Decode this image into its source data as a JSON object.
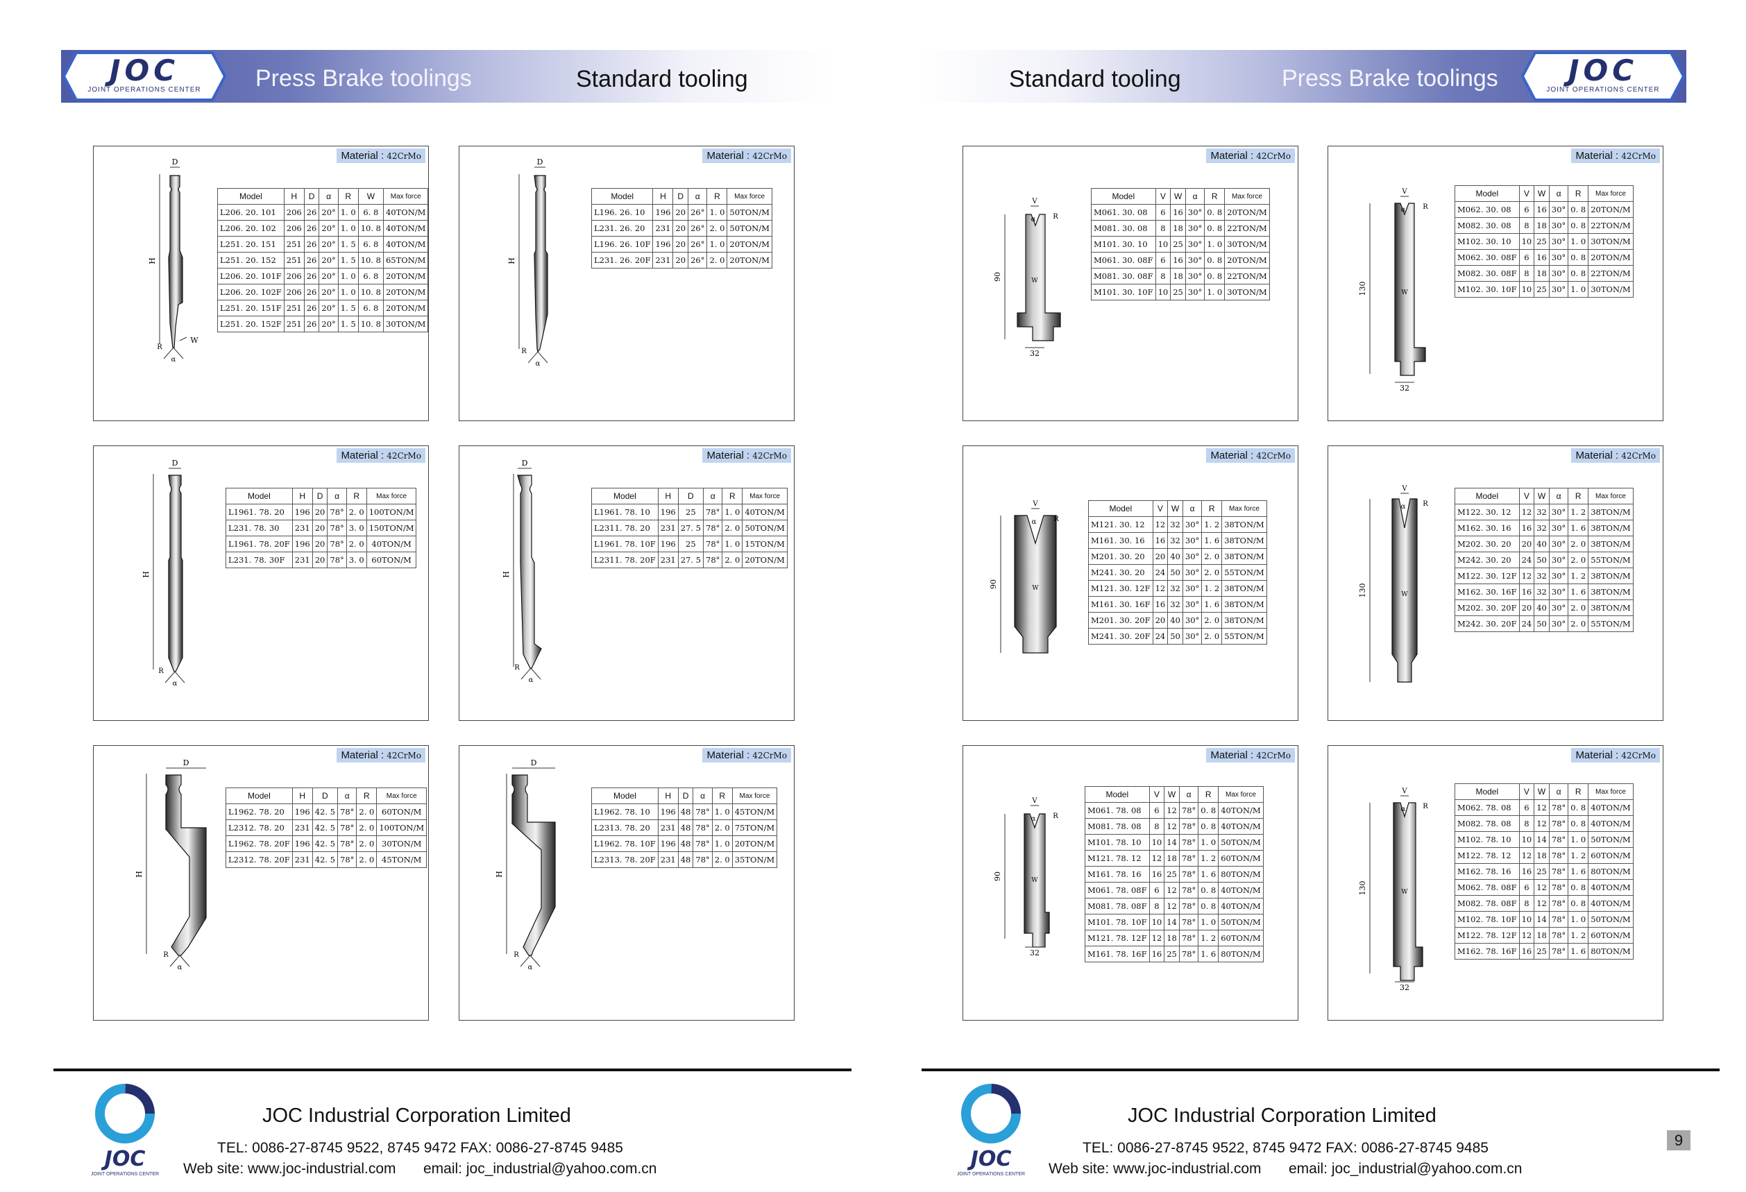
{
  "logo": {
    "text": "JOC",
    "subtitle": "JOINT OPERATIONS CENTER"
  },
  "header": {
    "left_subtitle": "Press Brake toolings",
    "left_title": "Standard tooling",
    "right_title": "Standard tooling",
    "right_subtitle": "Press Brake toolings"
  },
  "material": {
    "prefix": "Material : ",
    "value": "42CrMo"
  },
  "panels": [
    {
      "dims": {
        "d": "D",
        "h": "H",
        "r": "R",
        "a": "α",
        "w": "W"
      },
      "columns": [
        "Model",
        "H",
        "D",
        "α",
        "R",
        "W",
        "Max force"
      ],
      "rows": [
        [
          "L206. 20. 101",
          "206",
          "26",
          "20°",
          "1. 0",
          "6. 8",
          "40TON/M"
        ],
        [
          "L206. 20. 102",
          "206",
          "26",
          "20°",
          "1. 0",
          "10. 8",
          "40TON/M"
        ],
        [
          "L251. 20. 151",
          "251",
          "26",
          "20°",
          "1. 5",
          "6. 8",
          "40TON/M"
        ],
        [
          "L251. 20. 152",
          "251",
          "26",
          "20°",
          "1. 5",
          "10. 8",
          "65TON/M"
        ],
        [
          "L206. 20. 101F",
          "206",
          "26",
          "20°",
          "1. 0",
          "6. 8",
          "20TON/M"
        ],
        [
          "L206. 20. 102F",
          "206",
          "26",
          "20°",
          "1. 0",
          "10. 8",
          "20TON/M"
        ],
        [
          "L251. 20. 151F",
          "251",
          "26",
          "20°",
          "1. 5",
          "6. 8",
          "20TON/M"
        ],
        [
          "L251. 20. 152F",
          "251",
          "26",
          "20°",
          "1. 5",
          "10. 8",
          "30TON/M"
        ]
      ]
    },
    {
      "dims": {
        "d": "D",
        "h": "H",
        "r": "R",
        "a": "α"
      },
      "columns": [
        "Model",
        "H",
        "D",
        "α",
        "R",
        "Max force"
      ],
      "rows": [
        [
          "L196. 26. 10",
          "196",
          "20",
          "26°",
          "1. 0",
          "50TON/M"
        ],
        [
          "L231. 26. 20",
          "231",
          "20",
          "26°",
          "2. 0",
          "50TON/M"
        ],
        [
          "L196. 26. 10F",
          "196",
          "20",
          "26°",
          "1. 0",
          "20TON/M"
        ],
        [
          "L231. 26. 20F",
          "231",
          "20",
          "26°",
          "2. 0",
          "20TON/M"
        ]
      ]
    },
    {
      "dims": {
        "v": "V",
        "r": "R",
        "a": "α",
        "w": "W",
        "h": "90",
        "b": "32"
      },
      "columns": [
        "Model",
        "V",
        "W",
        "α",
        "R",
        "Max force"
      ],
      "rows": [
        [
          "M061. 30. 08",
          "6",
          "16",
          "30°",
          "0. 8",
          "20TON/M"
        ],
        [
          "M081. 30. 08",
          "8",
          "18",
          "30°",
          "0. 8",
          "22TON/M"
        ],
        [
          "M101. 30. 10",
          "10",
          "25",
          "30°",
          "1. 0",
          "30TON/M"
        ],
        [
          "M061. 30. 08F",
          "6",
          "16",
          "30°",
          "0. 8",
          "20TON/M"
        ],
        [
          "M081. 30. 08F",
          "8",
          "18",
          "30°",
          "0. 8",
          "22TON/M"
        ],
        [
          "M101. 30. 10F",
          "10",
          "25",
          "30°",
          "1. 0",
          "30TON/M"
        ]
      ]
    },
    {
      "dims": {
        "v": "V",
        "r": "R",
        "a": "α",
        "w": "W",
        "h": "130",
        "b": "32"
      },
      "columns": [
        "Model",
        "V",
        "W",
        "α",
        "R",
        "Max force"
      ],
      "rows": [
        [
          "M062. 30. 08",
          "6",
          "16",
          "30°",
          "0. 8",
          "20TON/M"
        ],
        [
          "M082. 30. 08",
          "8",
          "18",
          "30°",
          "0. 8",
          "22TON/M"
        ],
        [
          "M102. 30. 10",
          "10",
          "25",
          "30°",
          "1. 0",
          "30TON/M"
        ],
        [
          "M062. 30. 08F",
          "6",
          "16",
          "30°",
          "0. 8",
          "20TON/M"
        ],
        [
          "M082. 30. 08F",
          "8",
          "18",
          "30°",
          "0. 8",
          "22TON/M"
        ],
        [
          "M102. 30. 10F",
          "10",
          "25",
          "30°",
          "1. 0",
          "30TON/M"
        ]
      ]
    },
    {
      "dims": {
        "d": "D",
        "h": "H",
        "r": "R",
        "a": "α"
      },
      "columns": [
        "Model",
        "H",
        "D",
        "α",
        "R",
        "Max force"
      ],
      "rows": [
        [
          "L1961. 78. 20",
          "196",
          "20",
          "78°",
          "2. 0",
          "100TON/M"
        ],
        [
          "L231. 78. 30",
          "231",
          "20",
          "78°",
          "3. 0",
          "150TON/M"
        ],
        [
          "L1961. 78. 20F",
          "196",
          "20",
          "78°",
          "2. 0",
          "40TON/M"
        ],
        [
          "L231. 78. 30F",
          "231",
          "20",
          "78°",
          "3. 0",
          "60TON/M"
        ]
      ]
    },
    {
      "dims": {
        "d": "D",
        "h": "H",
        "r": "R",
        "a": "α"
      },
      "columns": [
        "Model",
        "H",
        "D",
        "α",
        "R",
        "Max force"
      ],
      "rows": [
        [
          "L1961. 78. 10",
          "196",
          "25",
          "78°",
          "1. 0",
          "40TON/M"
        ],
        [
          "L2311. 78. 20",
          "231",
          "27. 5",
          "78°",
          "2. 0",
          "50TON/M"
        ],
        [
          "L1961. 78. 10F",
          "196",
          "25",
          "78°",
          "1. 0",
          "15TON/M"
        ],
        [
          "L2311. 78. 20F",
          "231",
          "27. 5",
          "78°",
          "2. 0",
          "20TON/M"
        ]
      ]
    },
    {
      "dims": {
        "v": "V",
        "r": "R",
        "a": "α",
        "w": "W",
        "h": "90"
      },
      "columns": [
        "Model",
        "V",
        "W",
        "α",
        "R",
        "Max force"
      ],
      "rows": [
        [
          "M121. 30. 12",
          "12",
          "32",
          "30°",
          "1. 2",
          "38TON/M"
        ],
        [
          "M161. 30. 16",
          "16",
          "32",
          "30°",
          "1. 6",
          "38TON/M"
        ],
        [
          "M201. 30. 20",
          "20",
          "40",
          "30°",
          "2. 0",
          "38TON/M"
        ],
        [
          "M241. 30. 20",
          "24",
          "50",
          "30°",
          "2. 0",
          "55TON/M"
        ],
        [
          "M121. 30. 12F",
          "12",
          "32",
          "30°",
          "1. 2",
          "38TON/M"
        ],
        [
          "M161. 30. 16F",
          "16",
          "32",
          "30°",
          "1. 6",
          "38TON/M"
        ],
        [
          "M201. 30. 20F",
          "20",
          "40",
          "30°",
          "2. 0",
          "38TON/M"
        ],
        [
          "M241. 30. 20F",
          "24",
          "50",
          "30°",
          "2. 0",
          "55TON/M"
        ]
      ]
    },
    {
      "dims": {
        "v": "V",
        "r": "R",
        "a": "α",
        "w": "W",
        "h": "130"
      },
      "columns": [
        "Model",
        "V",
        "W",
        "α",
        "R",
        "Max force"
      ],
      "rows": [
        [
          "M122. 30. 12",
          "12",
          "32",
          "30°",
          "1. 2",
          "38TON/M"
        ],
        [
          "M162. 30. 16",
          "16",
          "32",
          "30°",
          "1. 6",
          "38TON/M"
        ],
        [
          "M202. 30. 20",
          "20",
          "40",
          "30°",
          "2. 0",
          "38TON/M"
        ],
        [
          "M242. 30. 20",
          "24",
          "50",
          "30°",
          "2. 0",
          "55TON/M"
        ],
        [
          "M122. 30. 12F",
          "12",
          "32",
          "30°",
          "1. 2",
          "38TON/M"
        ],
        [
          "M162. 30. 16F",
          "16",
          "32",
          "30°",
          "1. 6",
          "38TON/M"
        ],
        [
          "M202. 30. 20F",
          "20",
          "40",
          "30°",
          "2. 0",
          "38TON/M"
        ],
        [
          "M242. 30. 20F",
          "24",
          "50",
          "30°",
          "2. 0",
          "55TON/M"
        ]
      ]
    },
    {
      "dims": {
        "d": "D",
        "h": "H",
        "r": "R",
        "a": "α"
      },
      "columns": [
        "Model",
        "H",
        "D",
        "α",
        "R",
        "Max force"
      ],
      "rows": [
        [
          "L1962. 78. 20",
          "196",
          "42. 5",
          "78°",
          "2. 0",
          "60TON/M"
        ],
        [
          "L2312. 78. 20",
          "231",
          "42. 5",
          "78°",
          "2. 0",
          "100TON/M"
        ],
        [
          "L1962. 78. 20F",
          "196",
          "42. 5",
          "78°",
          "2. 0",
          "30TON/M"
        ],
        [
          "L2312. 78. 20F",
          "231",
          "42. 5",
          "78°",
          "2. 0",
          "45TON/M"
        ]
      ]
    },
    {
      "dims": {
        "d": "D",
        "h": "H",
        "r": "R",
        "a": "α"
      },
      "columns": [
        "Model",
        "H",
        "D",
        "α",
        "R",
        "Max force"
      ],
      "rows": [
        [
          "L1962. 78. 10",
          "196",
          "48",
          "78°",
          "1. 0",
          "45TON/M"
        ],
        [
          "L2313. 78. 20",
          "231",
          "48",
          "78°",
          "2. 0",
          "75TON/M"
        ],
        [
          "L1962. 78. 10F",
          "196",
          "48",
          "78°",
          "1. 0",
          "20TON/M"
        ],
        [
          "L2313. 78. 20F",
          "231",
          "48",
          "78°",
          "2. 0",
          "35TON/M"
        ]
      ]
    },
    {
      "dims": {
        "v": "V",
        "r": "R",
        "a": "α",
        "w": "W",
        "h": "90",
        "b": "32"
      },
      "columns": [
        "Model",
        "V",
        "W",
        "α",
        "R",
        "Max force"
      ],
      "rows": [
        [
          "M061. 78. 08",
          "6",
          "12",
          "78°",
          "0. 8",
          "40TON/M"
        ],
        [
          "M081. 78. 08",
          "8",
          "12",
          "78°",
          "0. 8",
          "40TON/M"
        ],
        [
          "M101. 78. 10",
          "10",
          "14",
          "78°",
          "1. 0",
          "50TON/M"
        ],
        [
          "M121. 78. 12",
          "12",
          "18",
          "78°",
          "1. 2",
          "60TON/M"
        ],
        [
          "M161. 78. 16",
          "16",
          "25",
          "78°",
          "1. 6",
          "80TON/M"
        ],
        [
          "M061. 78. 08F",
          "6",
          "12",
          "78°",
          "0. 8",
          "40TON/M"
        ],
        [
          "M081. 78. 08F",
          "8",
          "12",
          "78°",
          "0. 8",
          "40TON/M"
        ],
        [
          "M101. 78. 10F",
          "10",
          "14",
          "78°",
          "1. 0",
          "50TON/M"
        ],
        [
          "M121. 78. 12F",
          "12",
          "18",
          "78°",
          "1. 2",
          "60TON/M"
        ],
        [
          "M161. 78. 16F",
          "16",
          "25",
          "78°",
          "1. 6",
          "80TON/M"
        ]
      ]
    },
    {
      "dims": {
        "v": "V",
        "r": "R",
        "a": "α",
        "w": "W",
        "h": "130",
        "b": "32"
      },
      "columns": [
        "Model",
        "V",
        "W",
        "α",
        "R",
        "Max force"
      ],
      "rows": [
        [
          "M062. 78. 08",
          "6",
          "12",
          "78°",
          "0. 8",
          "40TON/M"
        ],
        [
          "M082. 78. 08",
          "8",
          "12",
          "78°",
          "0. 8",
          "40TON/M"
        ],
        [
          "M102. 78. 10",
          "10",
          "14",
          "78°",
          "1. 0",
          "50TON/M"
        ],
        [
          "M122. 78. 12",
          "12",
          "18",
          "78°",
          "1. 2",
          "60TON/M"
        ],
        [
          "M162. 78. 16",
          "16",
          "25",
          "78°",
          "1. 6",
          "80TON/M"
        ],
        [
          "M062. 78. 08F",
          "6",
          "12",
          "78°",
          "0. 8",
          "40TON/M"
        ],
        [
          "M082. 78. 08F",
          "8",
          "12",
          "78°",
          "0. 8",
          "40TON/M"
        ],
        [
          "M102. 78. 10F",
          "10",
          "14",
          "78°",
          "1. 0",
          "50TON/M"
        ],
        [
          "M122. 78. 12F",
          "12",
          "18",
          "78°",
          "1. 2",
          "60TON/M"
        ],
        [
          "M162. 78. 16F",
          "16",
          "25",
          "78°",
          "1. 6",
          "80TON/M"
        ]
      ]
    }
  ],
  "footer": {
    "company": "JOC Industrial Corporation Limited",
    "tel": "TEL: 0086-27-8745 9522, 8745 9472   FAX: 0086-27-8745 9485",
    "web": "Web site: www.joc-industrial.com",
    "email": "email: joc_industrial@yahoo.com.cn",
    "page_number": "9"
  },
  "colors": {
    "brand_blue": "#25306e",
    "header_band": "#4d5aa6",
    "material_tag": "#c0d4f0",
    "logo_cyan": "#2a9fd8"
  }
}
